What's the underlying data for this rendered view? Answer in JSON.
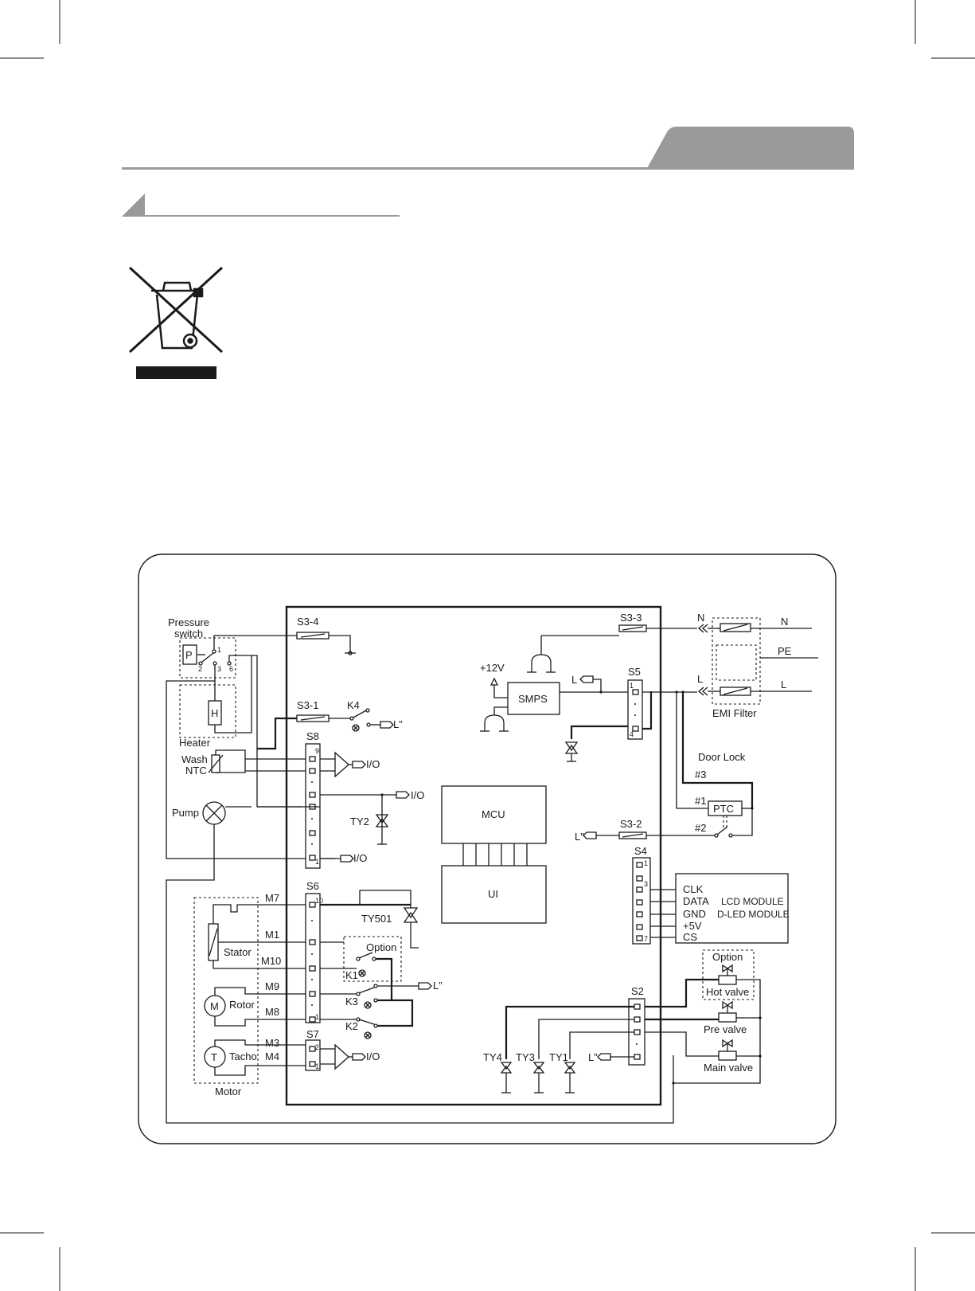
{
  "header": {
    "tab_color": "#9a9a9a",
    "rule_color": "#9a9a9a"
  },
  "weee": {
    "icon": "crossed-out-wheelie-bin-icon"
  },
  "diagram": {
    "blocks": {
      "smps": "SMPS",
      "mcu": "MCU",
      "ui": "UI",
      "ptc": "PTC",
      "lcd_line1": "LCD MODULE",
      "lcd_line2": "D-LED MODULE"
    },
    "components": {
      "pressure_switch_line1": "Pressure",
      "pressure_switch_line2": "switch",
      "p": "P",
      "heater": "Heater",
      "h": "H",
      "wash_ntc_line1": "Wash",
      "wash_ntc_line2": "NTC",
      "pump": "Pump",
      "stator": "Stator",
      "m": "M",
      "rotor": "Rotor",
      "t": "T",
      "tacho": "Tacho",
      "motor": "Motor",
      "emi_filter": "EMI Filter",
      "door_lock": "Door Lock",
      "option_relay": "Option",
      "option_valve": "Option",
      "hot_valve": "Hot valve",
      "pre_valve": "Pre valve",
      "main_valve": "Main valve"
    },
    "connectors": {
      "s3_4": "S3-4",
      "s3_1": "S3-1",
      "s3_3": "S3-3",
      "s3_2": "S3-2",
      "s5": "S5",
      "s8": "S8",
      "s6": "S6",
      "s7": "S7",
      "s4": "S4",
      "s2": "S2"
    },
    "relays": {
      "k1": "K1",
      "k2": "K2",
      "k3": "K3",
      "k4": "K4"
    },
    "triacs": {
      "ty1": "TY1",
      "ty2": "TY2",
      "ty3": "TY3",
      "ty4": "TY4",
      "ty501": "TY501"
    },
    "signals": {
      "l_dq": "L”",
      "l": "L",
      "n": "N",
      "pe": "PE",
      "v12": "+12V",
      "io": "I/O",
      "m1": "M1",
      "m3": "M3",
      "m4": "M4",
      "m7": "M7",
      "m8": "M8",
      "m9": "M9",
      "m10": "M10",
      "h1": "#1",
      "h2": "#2",
      "h3": "#3",
      "clk": "CLK",
      "data": "DATA",
      "gnd": "GND",
      "v5": "+5V",
      "cs": "CS"
    },
    "pins": {
      "ps1": "1",
      "ps2": "2",
      "ps3": "3",
      "ps6": "6",
      "s8_top": "9",
      "s8_bot": "1",
      "s6_top": "10",
      "s6_bot": "1",
      "s7_top": "2",
      "s7_bot": "1",
      "s5_top": "1",
      "s5_bot": "4",
      "s4_top": "1",
      "s4_mid": "3",
      "s4_bot": "7"
    }
  }
}
